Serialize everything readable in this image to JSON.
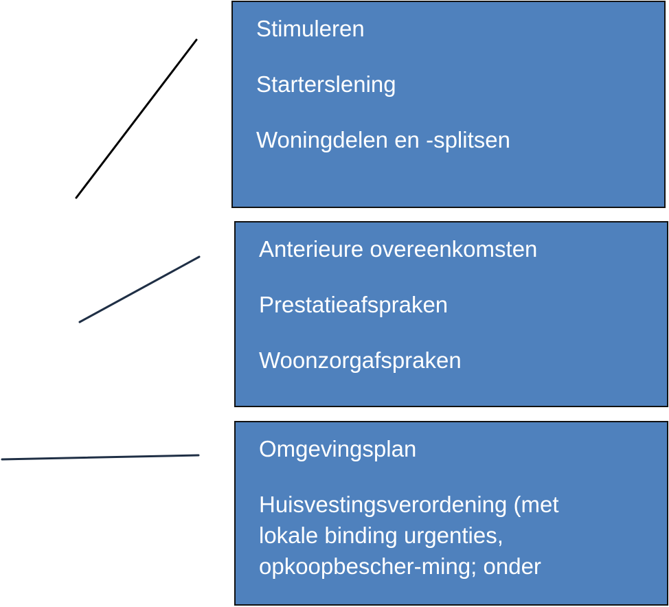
{
  "colors": {
    "box_fill": "#4f81bd",
    "box_border": "#111111",
    "box_text": "#ffffff",
    "connector_1": "#000000",
    "connector_2": "#1f2f45",
    "connector_3": "#1f2f45"
  },
  "boxes": [
    {
      "lines": [
        "Stimuleren",
        "Starterslening",
        "Woningdelen en -splitsen"
      ]
    },
    {
      "lines": [
        "Anterieure overeenkomsten",
        "Prestatieafspraken",
        "Woonzorgafspraken"
      ]
    },
    {
      "lines": [
        "Omgevingsplan",
        "Huisvestingsverordening (met",
        "lokale binding urgenties,",
        "opkoopbescher-ming; onder"
      ]
    }
  ]
}
